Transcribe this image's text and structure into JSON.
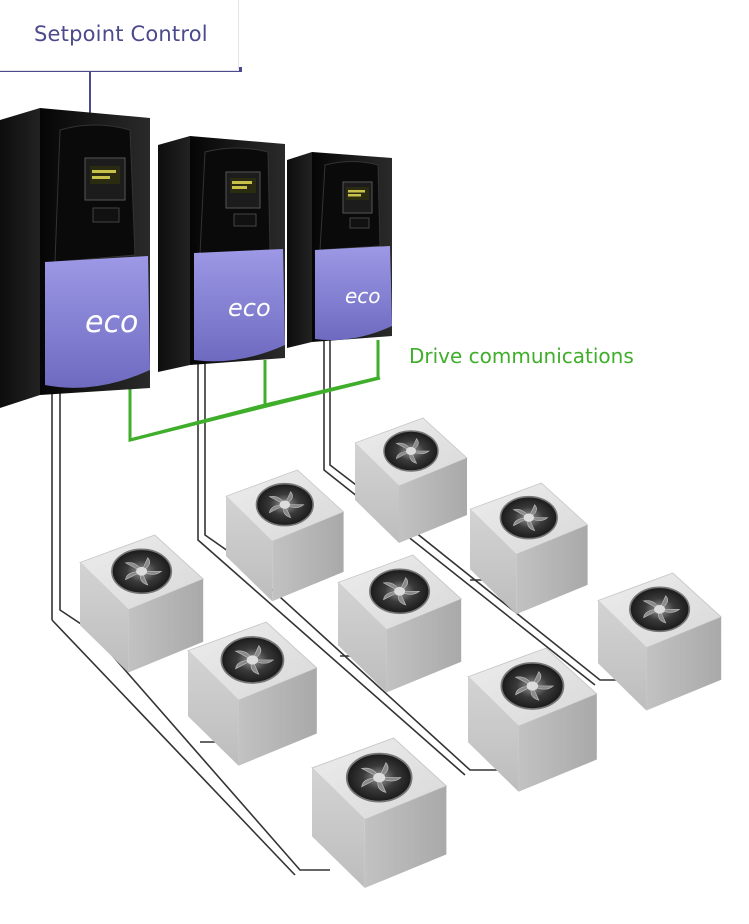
{
  "labels": {
    "setpoint_control": "Setpoint Control",
    "drive_communications": "Drive communications"
  },
  "drive_brand_text": "eco",
  "drives": [
    {
      "id": "drive-1"
    },
    {
      "id": "drive-2"
    },
    {
      "id": "drive-3"
    }
  ],
  "fan_rows": [
    {
      "drive": "drive-1",
      "fan_count": 3
    },
    {
      "drive": "drive-2",
      "fan_count": 3
    },
    {
      "drive": "drive-3",
      "fan_count": 3
    }
  ],
  "colors": {
    "setpoint_text": "#4b4a8c",
    "setpoint_bar": "#4b4a8c",
    "comms_line": "#3fae2a",
    "wiring": "#333333",
    "drive_body": "#141414",
    "drive_panel": "#8b87d6",
    "fan_unit": "#d9d9d9"
  }
}
